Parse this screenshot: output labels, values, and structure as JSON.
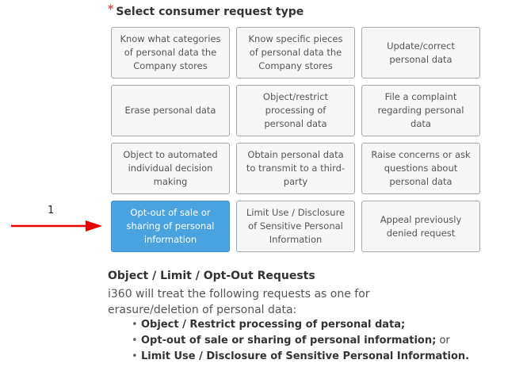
{
  "form": {
    "required_marker": "*",
    "label": "Select consumer request type"
  },
  "options": [
    {
      "label": "Know what categories of personal data the Company stores",
      "selected": false
    },
    {
      "label": "Know specific pieces of personal data the Company stores",
      "selected": false
    },
    {
      "label": "Update/correct personal data",
      "selected": false
    },
    {
      "label": "Erase personal data",
      "selected": false
    },
    {
      "label": "Object/restrict processing of personal data",
      "selected": false
    },
    {
      "label": "File a complaint regarding personal data",
      "selected": false
    },
    {
      "label": "Object to automated individual decision making",
      "selected": false
    },
    {
      "label": "Obtain personal data to transmit to a third-party",
      "selected": false
    },
    {
      "label": "Raise concerns or ask questions about personal data",
      "selected": false
    },
    {
      "label": "Opt-out of sale or sharing of personal information",
      "selected": true
    },
    {
      "label": "Limit Use / Disclosure of Sensitive Personal Information",
      "selected": false
    },
    {
      "label": "Appeal previously denied request",
      "selected": false
    }
  ],
  "annotation": {
    "number": "1"
  },
  "info": {
    "title": "Object / Limit / Opt-Out Requests",
    "description": "i360 will treat the following requests as one for erasure/deletion of personal data:",
    "bullet_marker": "•",
    "bullets": [
      {
        "bold": "Object / Restrict processing of personal data;",
        "suffix": ""
      },
      {
        "bold": "Opt-out of sale or sharing of personal information;",
        "suffix": " or"
      },
      {
        "bold": "Limit Use / Disclosure of Sensitive Personal Information.",
        "suffix": ""
      }
    ]
  },
  "colors": {
    "selected_bg": "#4aa3df",
    "required": "#d9534f",
    "arrow": "#e60000"
  }
}
